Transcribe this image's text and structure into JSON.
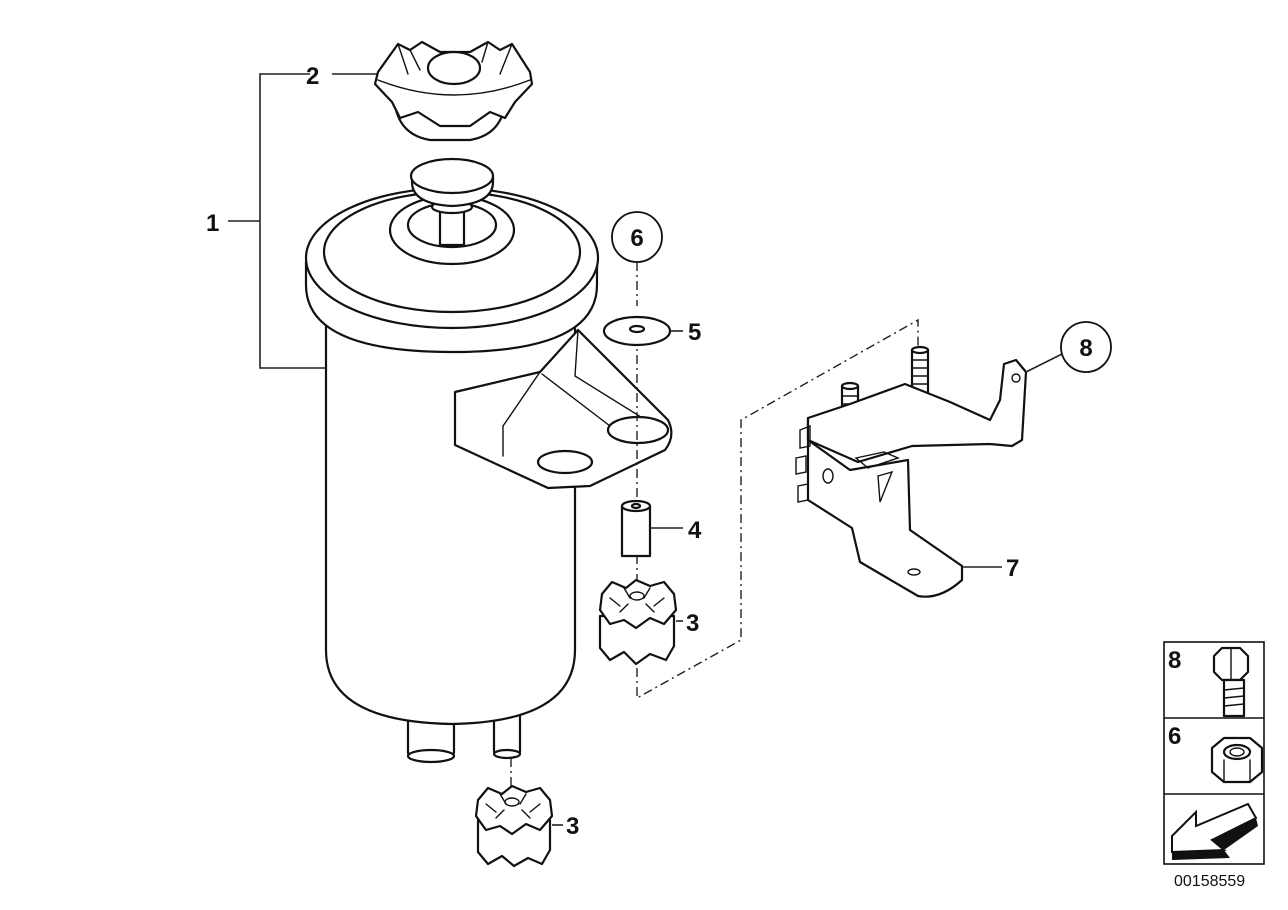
{
  "diagram": {
    "callouts": {
      "c1": "1",
      "c2": "2",
      "c3a": "3",
      "c3b": "3",
      "c4": "4",
      "c5": "5",
      "c6": "6",
      "c7": "7",
      "c8": "8"
    },
    "legend": {
      "bolt_label": "8",
      "nut_label": "6"
    },
    "diagram_number": "00158559"
  }
}
